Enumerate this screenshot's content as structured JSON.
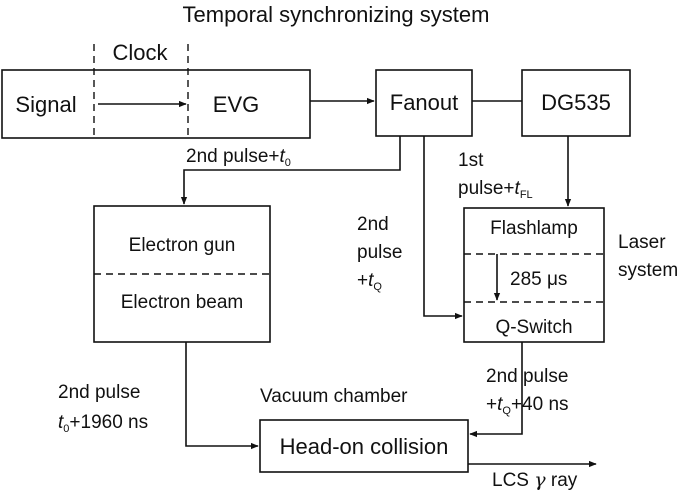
{
  "title": "Temporal synchronizing system",
  "clock_label": "Clock",
  "boxes": {
    "signal": "Signal",
    "evg": "EVG",
    "fanout": "Fanout",
    "dg535": "DG535",
    "electron_gun": "Electron gun",
    "electron_beam": "Electron beam",
    "flashlamp": "Flashlamp",
    "delay": "285 μs",
    "qswitch": "Q-Switch",
    "collision": "Head-on collision"
  },
  "labels": {
    "pulse_t0": {
      "text": "2nd pulse+",
      "var": "t",
      "sub": "0"
    },
    "pulse_fl": {
      "line1": "1st",
      "line2": "pulse+",
      "var": "t",
      "sub": "FL"
    },
    "pulse_q": {
      "line1": "2nd",
      "line2": "pulse",
      "prefix": "+",
      "var": "t",
      "sub": "Q"
    },
    "laser_system": {
      "line1": "Laser",
      "line2": "system"
    },
    "pulse_1960": {
      "line1": "2nd pulse",
      "var": "t",
      "sub": "0",
      "suffix": "+1960 ns"
    },
    "vacuum_chamber": "Vacuum chamber",
    "pulse_40": {
      "line1": "2nd pulse",
      "prefix": "+",
      "var": "t",
      "sub": "Q",
      "suffix": "+40 ns"
    },
    "lcs": {
      "text": "LCS ",
      "symbol": "γ",
      "suffix": " ray"
    }
  }
}
